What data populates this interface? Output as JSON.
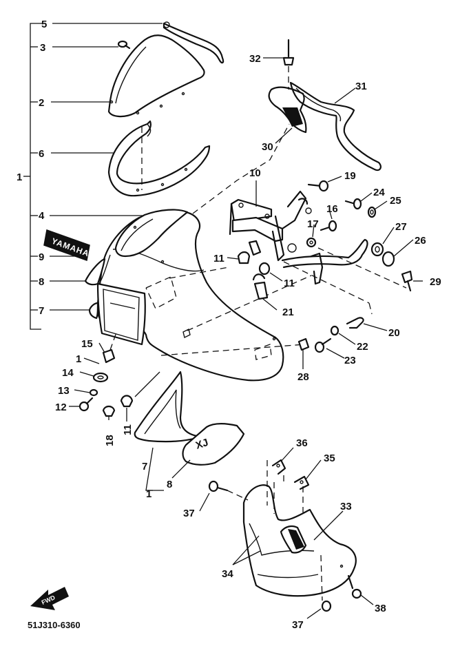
{
  "diagram": {
    "callouts": {
      "c1a": "1",
      "c1b": "1",
      "c2": "2",
      "c3": "3",
      "c4": "4",
      "c5": "5",
      "c6": "6",
      "c7a": "7",
      "c7b": "7",
      "c8a": "8",
      "c8b": "8",
      "c9": "9",
      "c10": "10",
      "c11a": "11",
      "c11b": "11",
      "c11c": "11",
      "c12": "12",
      "c13": "13",
      "c14": "14",
      "c15": "15",
      "c16": "16",
      "c17": "17",
      "c18": "18",
      "c19": "19",
      "c20": "20",
      "c21": "21",
      "c22": "22",
      "c23": "23",
      "c24": "24",
      "c25": "25",
      "c26": "26",
      "c27": "27",
      "c28": "28",
      "c29": "29",
      "c30": "30",
      "c31": "31",
      "c32": "32",
      "c33": "33",
      "c34": "34",
      "c35": "35",
      "c36": "36",
      "c37a": "37",
      "c37b": "37",
      "c38": "38"
    },
    "emblem_text": "YAMAHA",
    "panel_text": "XJ",
    "fwd_label": "FWD",
    "diagram_code": "51J310-6360"
  }
}
